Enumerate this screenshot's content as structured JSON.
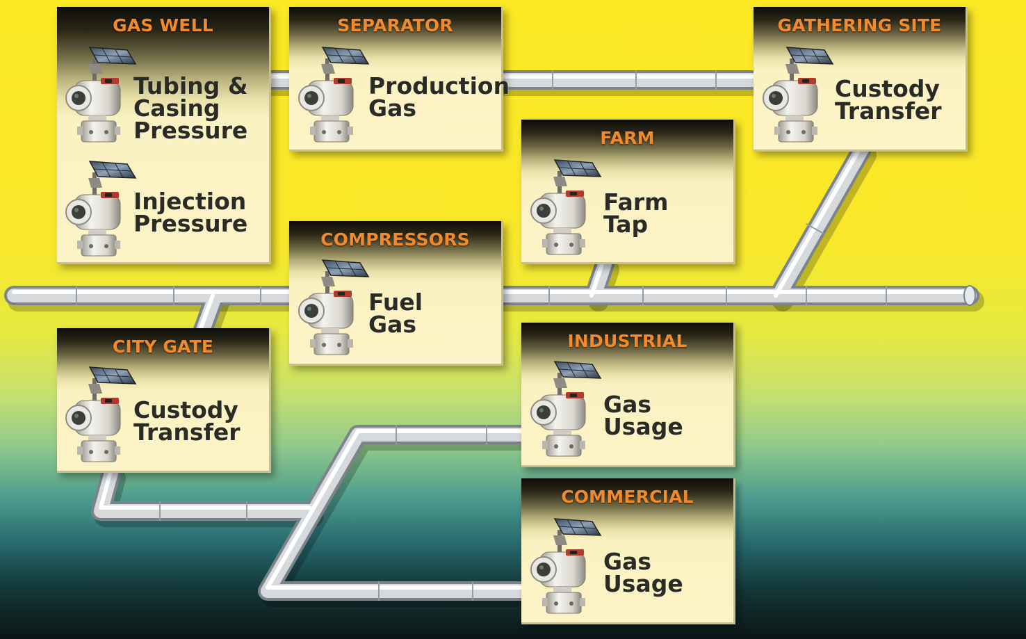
{
  "stations": {
    "gas_well": {
      "title": "GAS WELL",
      "measurement_1": [
        "Tubing &",
        "Casing",
        "Pressure"
      ],
      "measurement_2": [
        "Injection",
        "Pressure"
      ]
    },
    "separator": {
      "title": "SEPARATOR",
      "measurement": [
        "Production",
        "Gas"
      ]
    },
    "gathering_site": {
      "title": "GATHERING SITE",
      "measurement": [
        "Custody",
        "Transfer"
      ]
    },
    "farm": {
      "title": "FARM",
      "measurement": [
        "Farm",
        "Tap"
      ]
    },
    "compressors": {
      "title": "COMPRESSORS",
      "measurement": [
        "Fuel",
        "Gas"
      ]
    },
    "city_gate": {
      "title": "CITY GATE",
      "measurement": [
        "Custody",
        "Transfer"
      ]
    },
    "industrial": {
      "title": "INDUSTRIAL",
      "measurement": [
        "Gas",
        "Usage"
      ]
    },
    "commercial": {
      "title": "COMMERCIAL",
      "measurement": [
        "Gas",
        "Usage"
      ]
    }
  },
  "icons": {
    "device": "solar-powered-flow-transmitter-icon"
  },
  "colors": {
    "title": "#f08a2c",
    "label": "#2b2b26",
    "pipe": "#cfd3d6",
    "background_top": "#fbe924",
    "background_bottom": "#0c1415"
  }
}
